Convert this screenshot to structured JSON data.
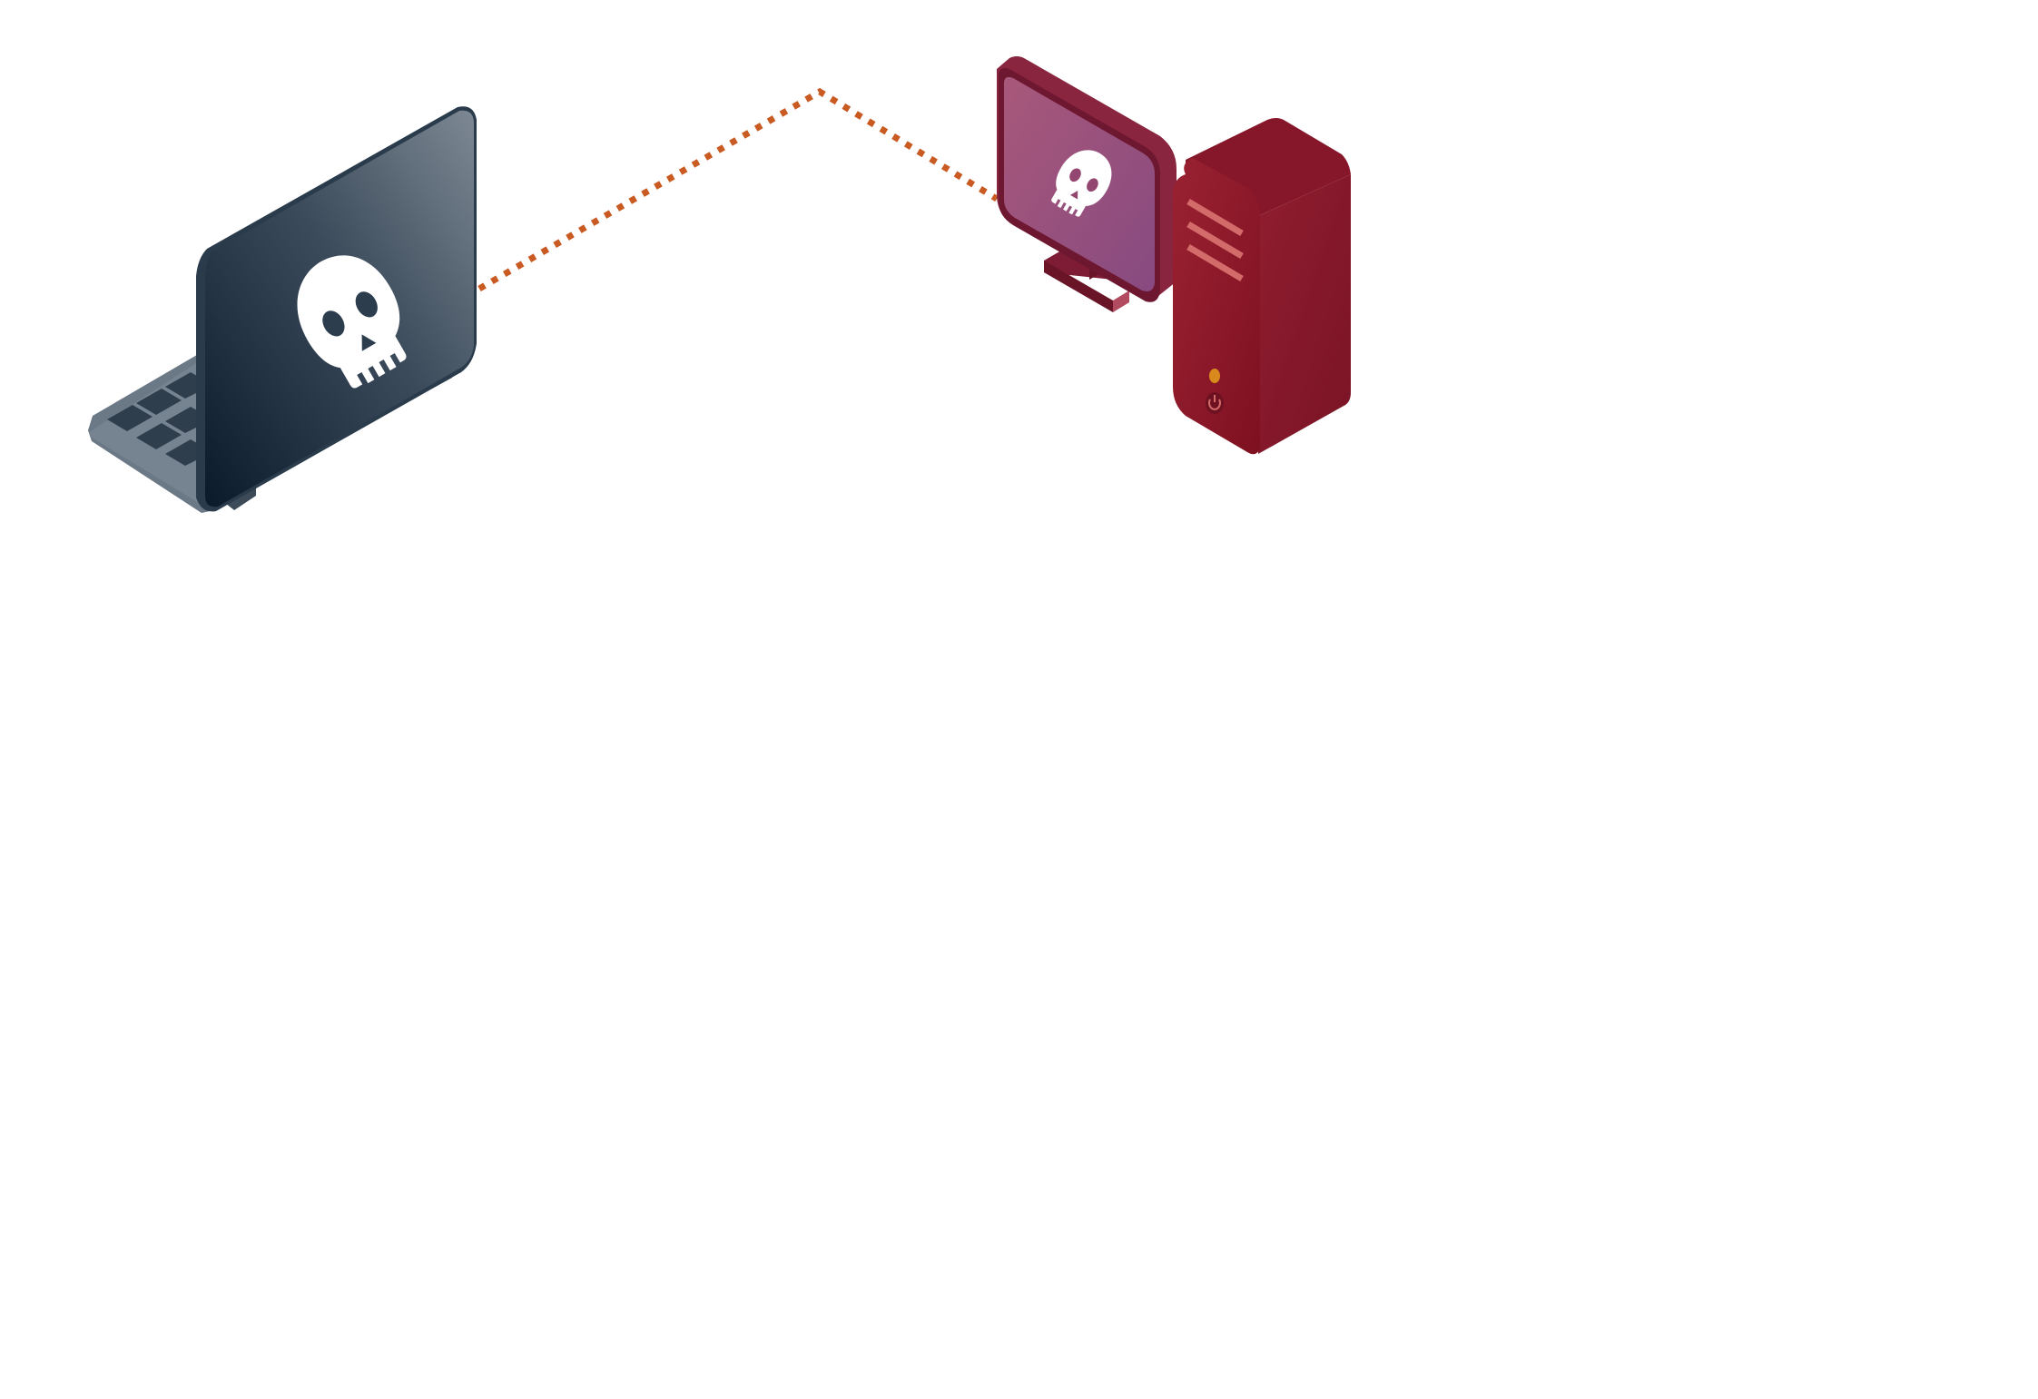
{
  "scene": {
    "devices": [
      {
        "id": "attacker-laptop",
        "icon": "skull-icon",
        "kind": "laptop"
      },
      {
        "id": "infected-desktop",
        "icon": "skull-icon",
        "kind": "desktop-monitor"
      },
      {
        "id": "infected-tower",
        "icon": "power-icon",
        "kind": "desktop-tower"
      }
    ],
    "connection": {
      "from": "attacker-laptop",
      "to": "infected-desktop",
      "style": "dotted"
    }
  },
  "colors": {
    "background": "#ffffff",
    "connection": "#c85a22",
    "laptop_dark": "#0b1a2b",
    "laptop_light": "#7d8893",
    "keyboard_base": "#5f6d7b",
    "keyboard_key": "#2f3e4d",
    "monitor_bezel": "#8a2540",
    "monitor_screen_a": "#a8587a",
    "monitor_screen_b": "#874a80",
    "tower_main": "#8c1c2e",
    "tower_dark": "#6e1121",
    "tower_vent": "#d46b6b",
    "led": "#d98a1c",
    "skull": "#ffffff"
  }
}
